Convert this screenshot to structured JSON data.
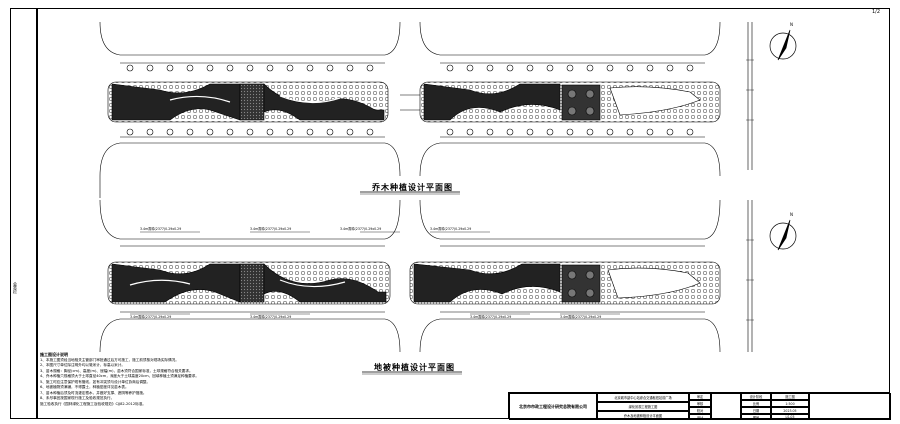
{
  "binding_label": "会签栏",
  "corner_mark": "1/2",
  "plans": {
    "top_title": "乔木种植设计平面图",
    "bottom_title": "地被种植设计平面图"
  },
  "north_label": "N",
  "plant_labels": {
    "t1": "3.4m香樟(2377)0.29x0.29",
    "t2": "3.4m香樟(2377)0.29x0.29",
    "t3": "3.4m香樟(2377)0.29x0.29",
    "t4": "3.4m香樟(2377)0.29x0.29",
    "t5": "3.4m香樟(2377)0.29x0.29",
    "t6": "3.4m香樟(2377)0.29x0.29",
    "t7": "3.4m香樟(2377)0.29x0.29",
    "t8": "3.4m香樟(2377)0.29x0.29"
  },
  "notes": {
    "heading": "施工图设计说明",
    "lines": [
      "1、本施工图须经当地相关主管部门审批通过后方可施工，施工前须核对现场实际情况。",
      "2、本图尺寸单位除注明外均以毫米计，标高以米计。",
      "3、苗木规格：胸径(cm)、高度(m)、冠幅(m)，苗木须符合国家标准，土球规格符合相关要求。",
      "4、乔木种植穴规格须大于土球直径40cm，深度大于土球高度20cm，回填种植土须满足种植要求。",
      "5、施工时应注意保护现有管线，如有冲突须与设计单位协商后调整。",
      "6、地被植物须满铺，不得露土，种植密度详见苗木表。",
      "7、苗木种植后须及时浇灌定根水，并做好支撑、遮阴等养护措施。",
      "8、未尽事宜按国家现行施工及验收规范执行。",
      "施工验收执行《园林绿化工程施工及验收规范》CJJ82-2012标准。"
    ]
  },
  "title_block": {
    "company": "北京市市政工程设计研究总院有限公司",
    "project_line1": "北京城市副中心站综合交通枢纽站前广场",
    "project_line2": "绿化景观工程施工图",
    "drawing_name": "乔木及地被种植设计平面图",
    "col_a": "审定",
    "col_b": "审核",
    "col_c": "校对",
    "col_d": "设计",
    "stage_label": "设计阶段",
    "stage": "施工图",
    "scale_label": "比例",
    "scale": "1:500",
    "date_label": "日期",
    "date": "2023.05",
    "number_label": "图号",
    "number": "LS-05"
  }
}
